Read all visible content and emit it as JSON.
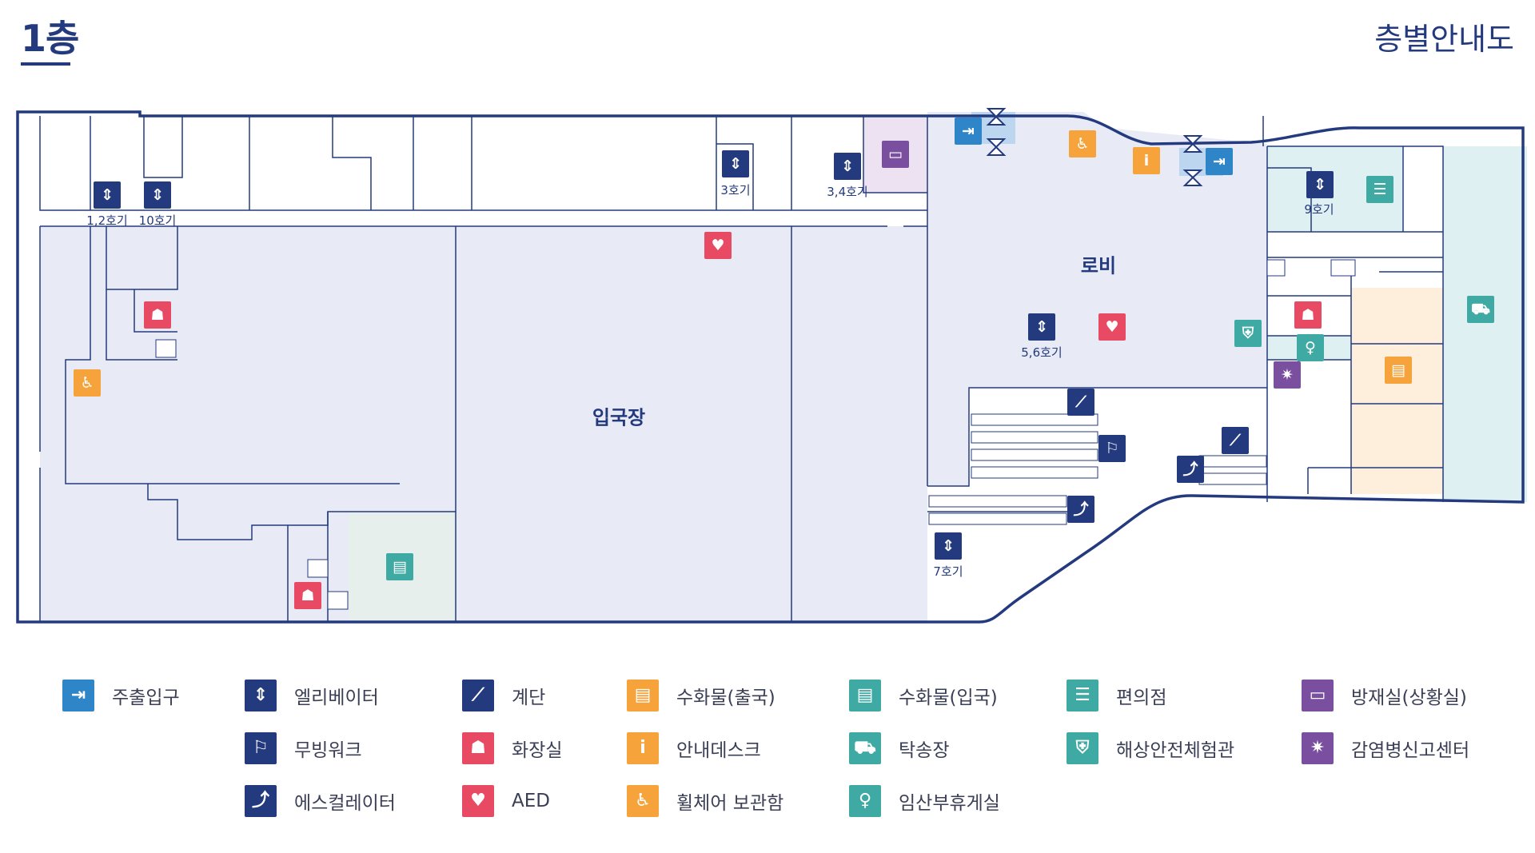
{
  "header": {
    "floor": "1층",
    "guide": "층별안내도"
  },
  "colors": {
    "navy": "#243a7e",
    "blue": "#2e86c9",
    "orange": "#f5a33a",
    "red": "#e84a63",
    "teal": "#3fa9a3",
    "purple": "#7b4fa0",
    "pale_blue": "#e8eaf6",
    "pale_teal": "#dff0f2",
    "pale_orange": "#fdefdc",
    "pale_purple": "#ece2f1"
  },
  "map": {
    "rooms": {
      "arrival_hall": "입국장",
      "lobby": "로비"
    },
    "elevator_labels": {
      "e12": "1,2호기",
      "e10": "10호기",
      "e3": "3호기",
      "e34": "3,4호기",
      "e56": "5,6호기",
      "e7": "7호기",
      "e9": "9호기"
    }
  },
  "legend": [
    {
      "icon": "entrance-icon",
      "label": "주출입구"
    },
    {
      "icon": "elevator-icon",
      "label": "엘리베이터"
    },
    {
      "icon": "stairs-icon",
      "label": "계단"
    },
    {
      "icon": "luggage-icon",
      "label": "수화물(출국)"
    },
    {
      "icon": "luggage-icon",
      "label": "수화물(입국)"
    },
    {
      "icon": "convenience-store-icon",
      "label": "편의점"
    },
    {
      "icon": "disaster-room-icon",
      "label": "방재실(상황실)"
    },
    {
      "icon": "moving-walk-icon",
      "label": "무빙워크"
    },
    {
      "icon": "restroom-icon",
      "label": "화장실"
    },
    {
      "icon": "info-desk-icon",
      "label": "안내데스크"
    },
    {
      "icon": "taxi-icon",
      "label": "탁송장"
    },
    {
      "icon": "safety-center-icon",
      "label": "해상안전체험관"
    },
    {
      "icon": "quarantine-icon",
      "label": "감염병신고센터"
    },
    {
      "icon": "escalator-icon",
      "label": "에스컬레이터"
    },
    {
      "icon": "aed-icon",
      "label": "AED"
    },
    {
      "icon": "wheelchair-icon",
      "label": "휠체어 보관함"
    },
    {
      "icon": "nursing-room-icon",
      "label": "임산부휴게실"
    }
  ]
}
